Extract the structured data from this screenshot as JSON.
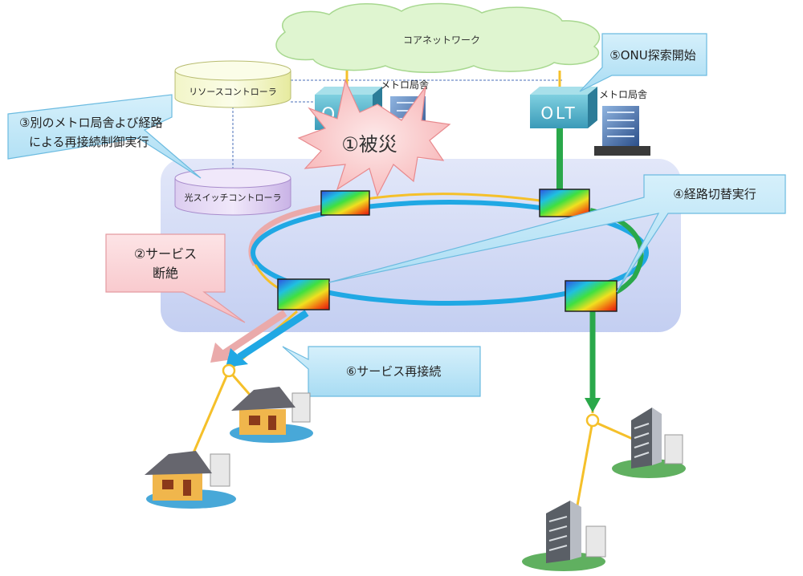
{
  "core_network": {
    "label": "コアネットワーク"
  },
  "metro_office_left": {
    "label": "メトロ局舎",
    "olt_label": "O"
  },
  "metro_office_right": {
    "label": "メトロ局舎",
    "olt_label": "OLT"
  },
  "controllers": {
    "resource": "リソースコントローラ",
    "optical_switch": "光スイッチコントローラ"
  },
  "callouts": {
    "disaster": "①被災",
    "service_cut": [
      "②サービス",
      "断絶"
    ],
    "reconnect_control": [
      "③別のメトロ局舎よび経路",
      "による再接続制御実行"
    ],
    "path_switch": "④経路切替実行",
    "onu_search": "⑤ONU探索開始",
    "service_reconnect": "⑥サービス再接続"
  },
  "colors": {
    "fiber_yellow": "#f5c02a",
    "fiber_blue": "#20a8e4",
    "fiber_green": "#2aa84a",
    "failed_path": "#eaaaaa",
    "callout_blue": "#bfe6f7",
    "callout_pink": "#f9d0d3",
    "cloud_green": "#dff5d0",
    "metro_panel": "#c8d3f3"
  }
}
